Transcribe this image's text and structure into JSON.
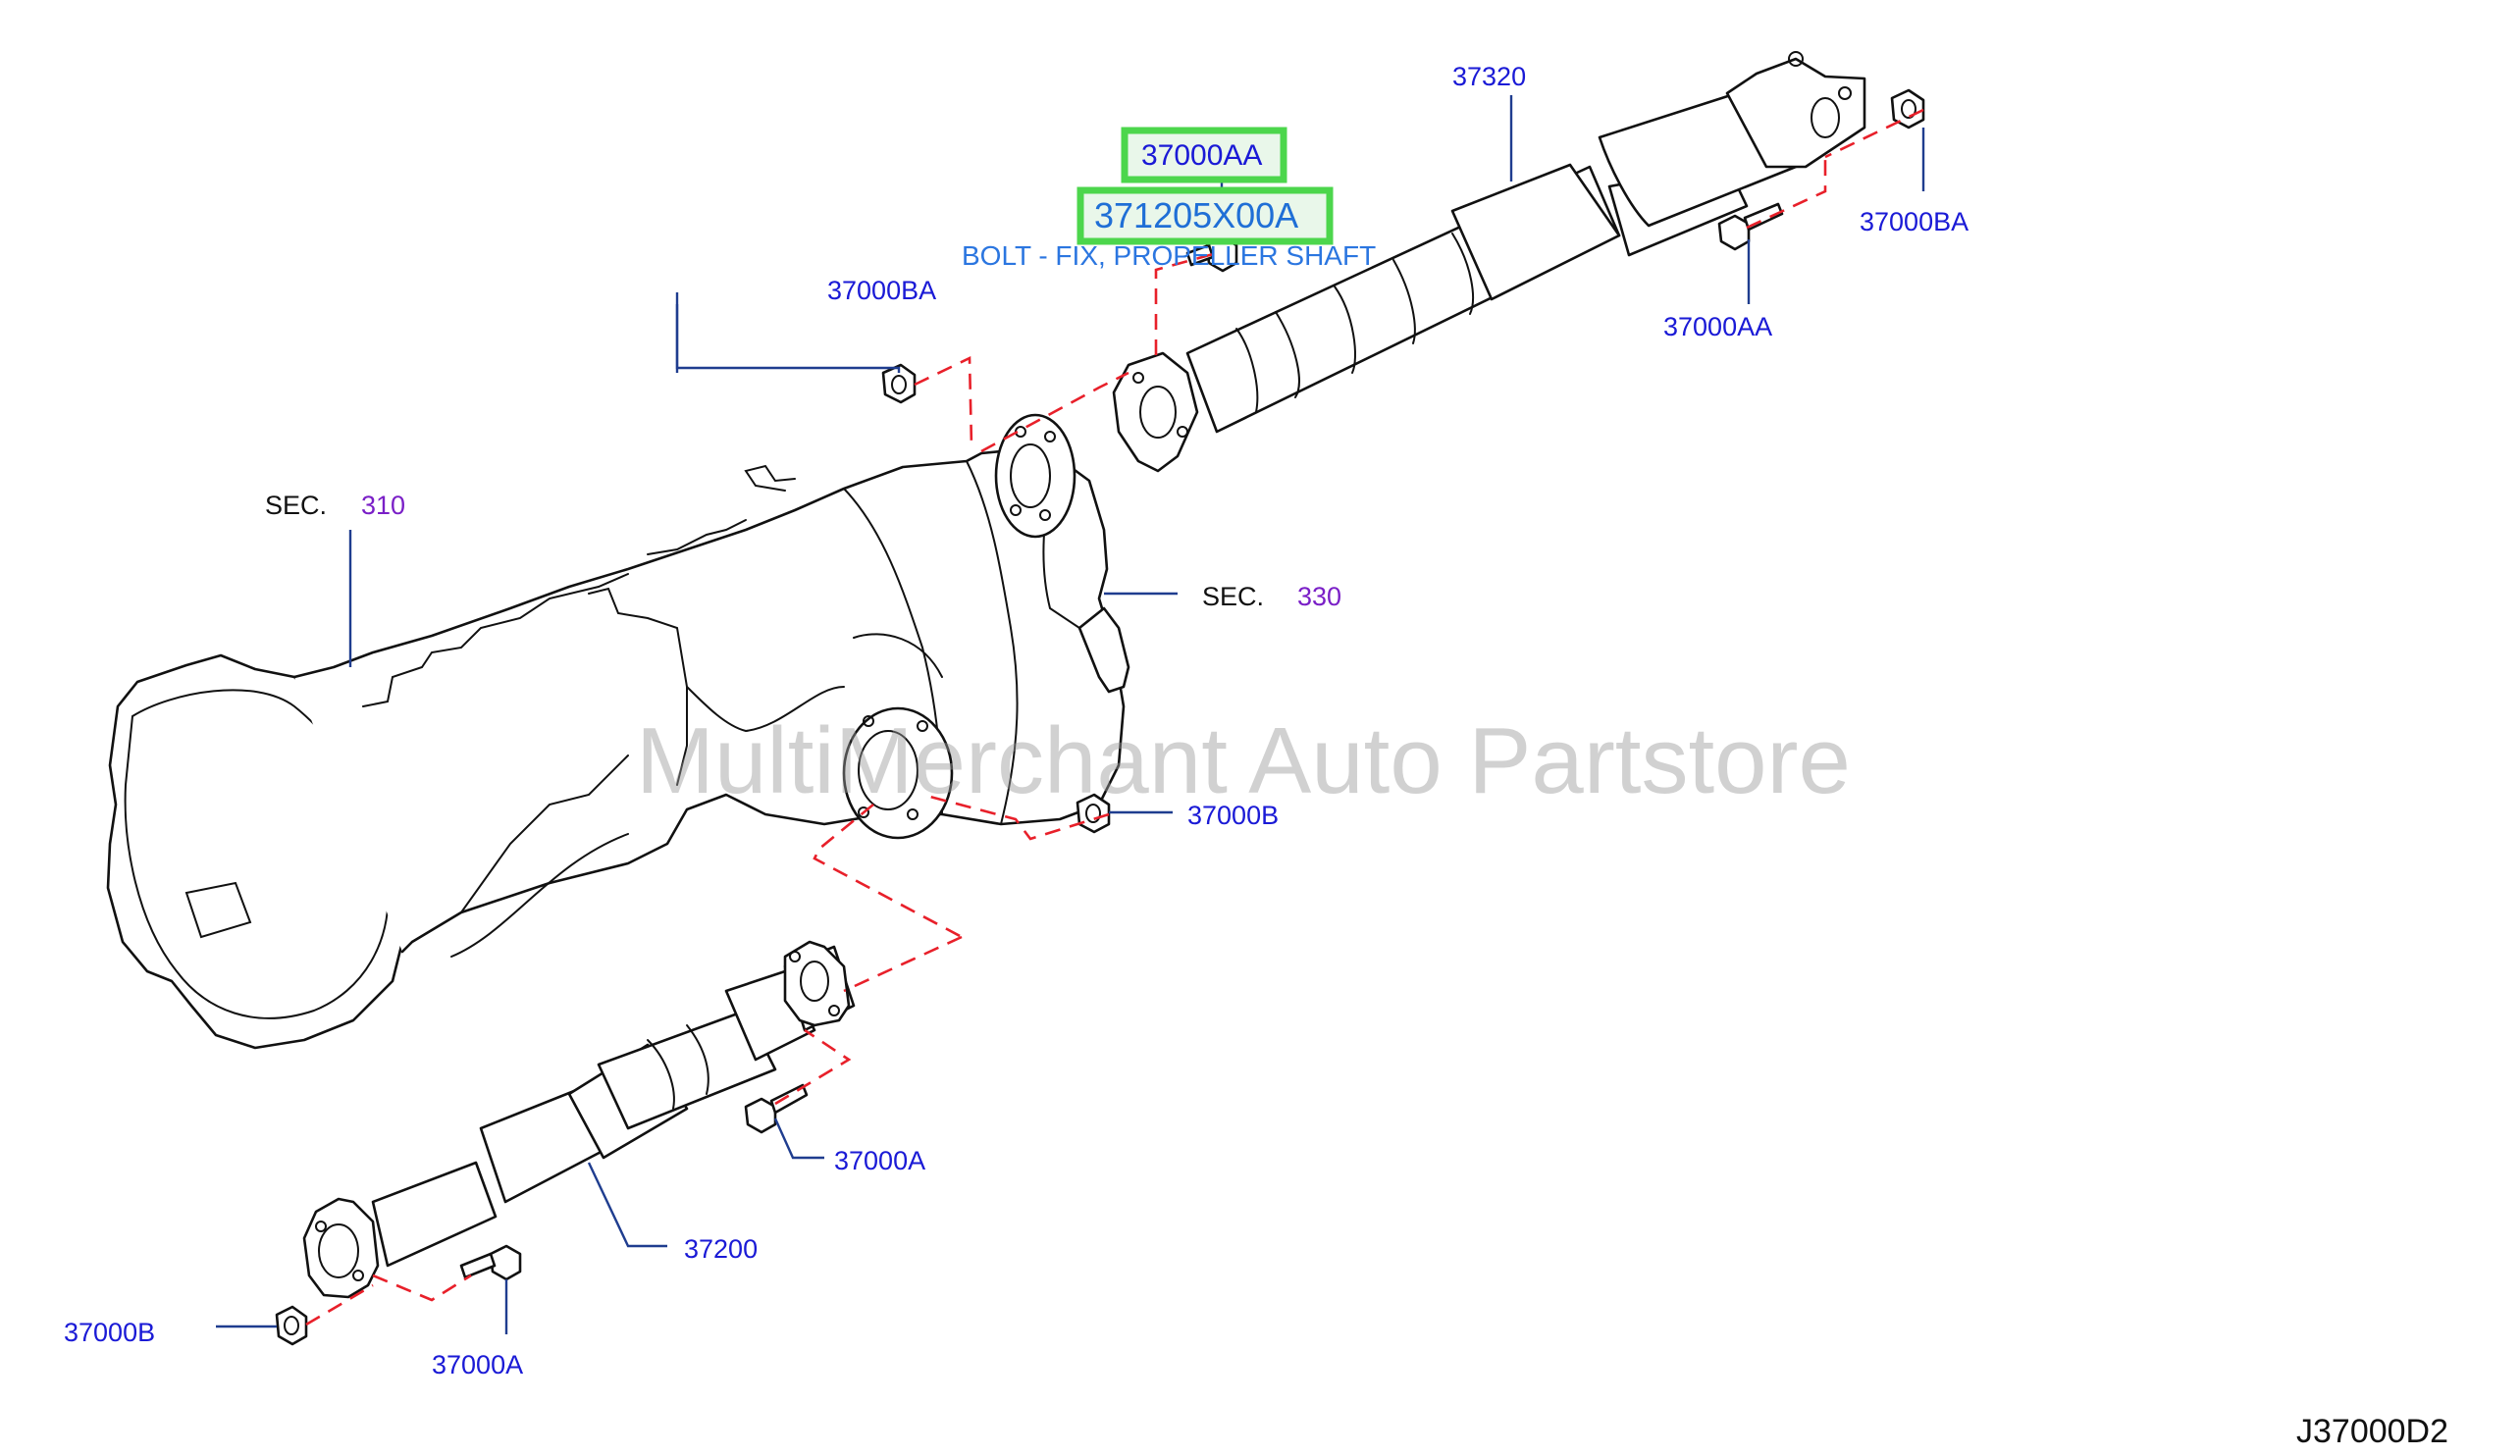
{
  "labels": {
    "sec310_prefix": "SEC.",
    "sec310_num": "310",
    "sec330_prefix": "SEC.",
    "sec330_num": "330",
    "p37320": "37320",
    "p37200": "37200",
    "p37000AA_top": "37000AA",
    "p37000AA_right": "37000AA",
    "p37000BA_left": "37000BA",
    "p37000BA_right": "37000BA",
    "p37000B_mid": "37000B",
    "p37000B_bottom": "37000B",
    "p37000A_mid": "37000A",
    "p37000A_bottom": "37000A",
    "highlight_part": "371205X00A",
    "highlight_desc": "BOLT - FIX, PROPELLER SHAFT"
  },
  "watermark": "MultiMerchant Auto Partstore",
  "diagram_code": "J37000D2",
  "colors": {
    "part_number": "#1a1ad6",
    "section_number": "#7a1fc7",
    "highlight_box": "#4cd64c",
    "dashed_guide": "#e8202a",
    "leader_line": "#1f3d8f"
  }
}
